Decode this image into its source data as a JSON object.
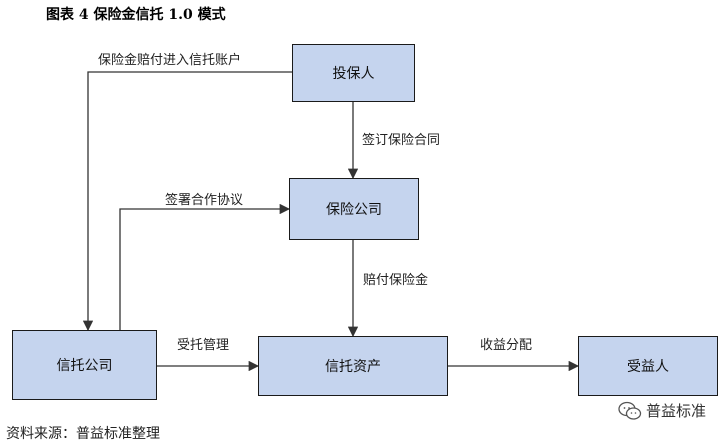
{
  "title": "图表 4  保险金信托 1.0 模式",
  "nodes": {
    "toubaoren": "投保人",
    "baoxian_gongsi": "保险公司",
    "xintuo_gongsi": "信托公司",
    "xintuo_zichan": "信托资产",
    "shouyiren": "受益人"
  },
  "edges": {
    "peifu_jinru_zhanghu": "保险金赔付进入信托账户",
    "qianding_hetong": "签订保险合同",
    "qianshu_xieyi": "签署合作协议",
    "peifu_baoxianjin": "赔付保险金",
    "shoutuo_guanli": "受托管理",
    "shouyi_fenpei": "收益分配"
  },
  "source": "资料来源：普益标准整理",
  "watermark": "普益标准",
  "colors": {
    "box_fill": "#c5d4ee",
    "box_border": "#1a1a1a",
    "line": "#333333"
  }
}
